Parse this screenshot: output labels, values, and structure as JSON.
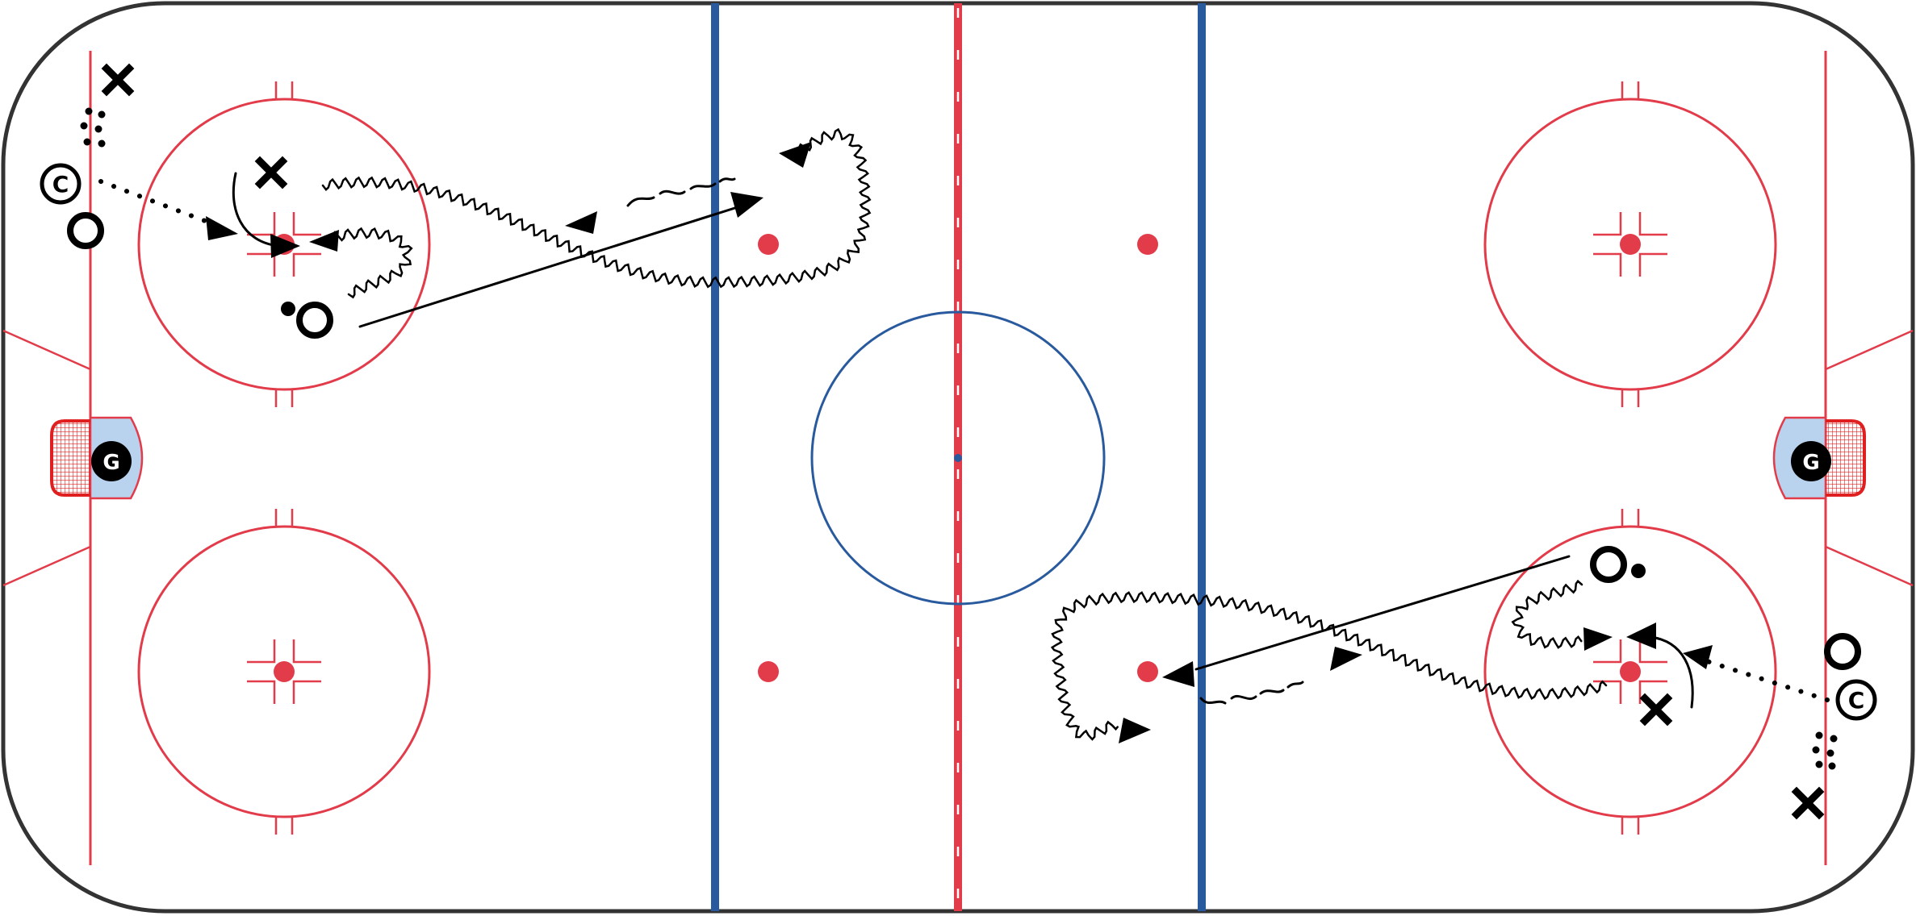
{
  "diagram": {
    "type": "hockey-rink-drill",
    "colors": {
      "board": "#333333",
      "red_line": "#e23b4a",
      "blue_line": "#2a5a9e",
      "goal_crease": "#b9d3ee",
      "goal_net": "#e02020",
      "player_mark": "#000000"
    },
    "goalie_label": "G",
    "coach_label": "C"
  }
}
